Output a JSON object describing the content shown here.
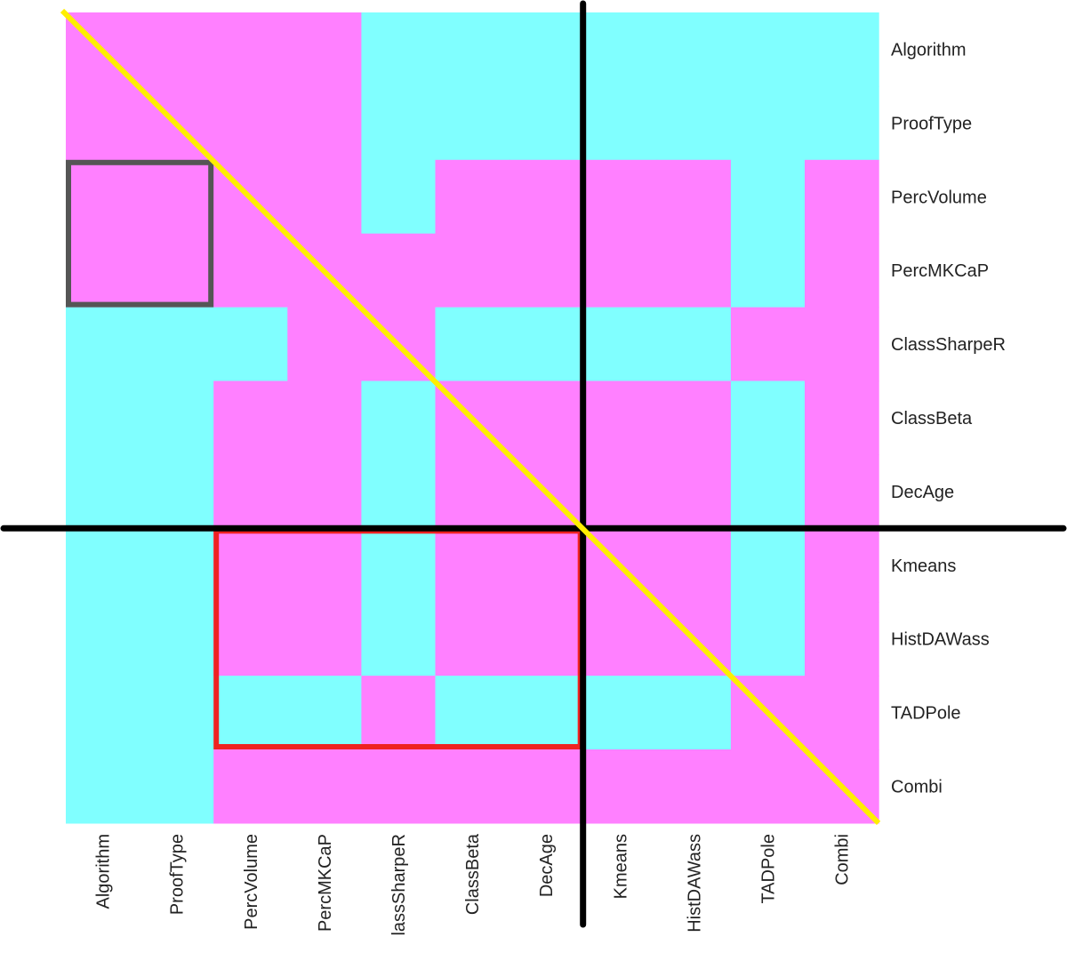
{
  "chart_data": {
    "type": "heatmap",
    "row_labels": [
      "Algorithm",
      "ProofType",
      "PercVolume",
      "PercMKCaP",
      "ClassSharpeR",
      "ClassBeta",
      "DecAge",
      "Kmeans",
      "HistDAWass",
      "TADPole",
      "Combi"
    ],
    "col_labels": [
      "Algorithm",
      "ProofType",
      "PercVolume",
      "PercMKCaP",
      "lassSharpeR",
      "ClassBeta",
      "DecAge",
      "Kmeans",
      "HistDAWass",
      "TADPole",
      "Combi"
    ],
    "values": [
      [
        1,
        1,
        1,
        1,
        0,
        0,
        0,
        0,
        0,
        0,
        0
      ],
      [
        1,
        1,
        1,
        1,
        0,
        0,
        0,
        0,
        0,
        0,
        0
      ],
      [
        1,
        1,
        1,
        1,
        0,
        1,
        1,
        1,
        1,
        0,
        1
      ],
      [
        1,
        1,
        1,
        1,
        1,
        1,
        1,
        1,
        1,
        0,
        1
      ],
      [
        0,
        0,
        0,
        1,
        1,
        0,
        0,
        0,
        0,
        1,
        1
      ],
      [
        0,
        0,
        1,
        1,
        0,
        1,
        1,
        1,
        1,
        0,
        1
      ],
      [
        0,
        0,
        1,
        1,
        0,
        1,
        1,
        1,
        1,
        0,
        1
      ],
      [
        0,
        0,
        1,
        1,
        0,
        1,
        1,
        1,
        1,
        0,
        1
      ],
      [
        0,
        0,
        1,
        1,
        0,
        1,
        1,
        1,
        1,
        0,
        1
      ],
      [
        0,
        0,
        0,
        0,
        1,
        0,
        0,
        0,
        0,
        1,
        1
      ],
      [
        0,
        0,
        1,
        1,
        1,
        1,
        1,
        1,
        1,
        1,
        1
      ]
    ],
    "colors": {
      "1": "#FF80FF",
      "0": "#80FFFF"
    },
    "overlays": {
      "diagonal_line_color": "#FFEE00",
      "divider_color": "#000000",
      "divider_after_index": 7,
      "grey_box": {
        "rows": [
          "PercVolume",
          "PercMKCaP"
        ],
        "cols": [
          "Algorithm",
          "ProofType"
        ],
        "color": "#555555"
      },
      "red_box": {
        "rows": [
          "Kmeans",
          "HistDAWass",
          "TADPole"
        ],
        "cols": [
          "PercVolume",
          "PercMKCaP",
          "lassSharpeR",
          "ClassBeta",
          "DecAge"
        ],
        "color": "#EE2222"
      }
    }
  }
}
